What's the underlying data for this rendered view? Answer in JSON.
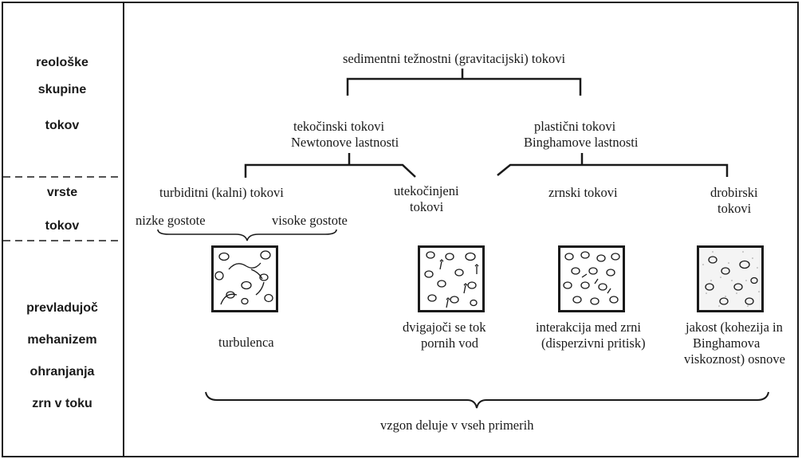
{
  "side_labels": {
    "group1": [
      "reološke",
      "skupine",
      "tokov"
    ],
    "group2": [
      "vrste",
      "tokov"
    ],
    "group3": [
      "prevladujoč",
      "mehanizem",
      "ohranjanja",
      "zrn v toku"
    ]
  },
  "top": "sedimentni težnostni (gravitacijski) tokovi",
  "fluid": {
    "line1": "tekočinski tokovi",
    "line2": "Newtonove lastnosti"
  },
  "plastic": {
    "line1": "plastični tokovi",
    "line2": "Binghamove lastnosti"
  },
  "flow_types": {
    "turbidite": "turbiditni (kalni) tokovi",
    "liquefied_1": "utekočinjeni",
    "liquefied_2": "tokovi",
    "grain": "zrnski tokovi",
    "debris_1": "drobirski",
    "debris_2": "tokovi"
  },
  "density": {
    "low": "nizke gostote",
    "high": "visoke gostote"
  },
  "mechanisms": {
    "turbulence": "turbulenca",
    "pore_1": "dvigajoči se tok",
    "pore_2": "pornih vod",
    "interaction_1": "interakcija med zrni",
    "interaction_2": "(disperzivni pritisk)",
    "strength_1": "jakost (kohezija in",
    "strength_2": "Binghamova",
    "strength_3": "viskoznost) osnove"
  },
  "buoyancy": "vzgon deluje v vseh primerih"
}
